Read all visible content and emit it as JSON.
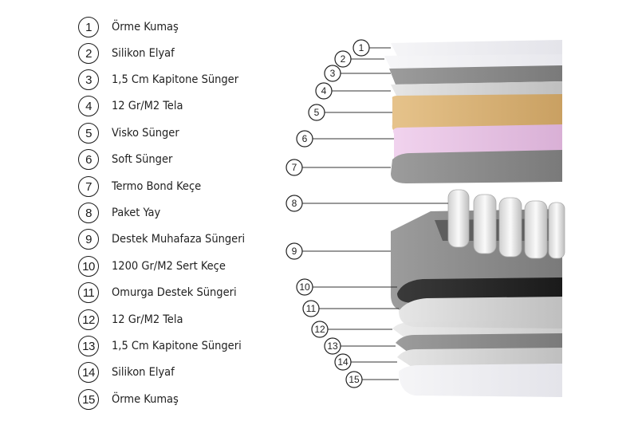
{
  "layers": [
    {
      "number": "1",
      "label": "Örme Kumaş"
    },
    {
      "number": "2",
      "label": "Silikon Elyaf"
    },
    {
      "number": "3",
      "label": "1,5 Cm Kapitone Sünger"
    },
    {
      "number": "4",
      "label": "12 Gr/M2 Tela"
    },
    {
      "number": "5",
      "label": "Visko Sünger"
    },
    {
      "number": "6",
      "label": "Soft Sünger"
    },
    {
      "number": "7",
      "label": "Termo Bond Keçe"
    },
    {
      "number": "8",
      "label": "Paket Yay"
    },
    {
      "number": "9",
      "label": "Destek Muhafaza Süngeri"
    },
    {
      "number": "10",
      "label": "1200 Gr/M2 Sert Keçe"
    },
    {
      "number": "11",
      "label": "Omurga Destek Süngeri"
    },
    {
      "number": "12",
      "label": "12 Gr/M2 Tela"
    },
    {
      "number": "13",
      "label": "1,5 Cm Kapitone Süngeri"
    },
    {
      "number": "14",
      "label": "Silikon Elyaf"
    },
    {
      "number": "15",
      "label": "Örme Kumaş"
    }
  ],
  "colors": {
    "visco": "#d9b57a",
    "soft": "#e9c6e6",
    "felt_dark": "#2a2a2a",
    "grey_mid": "#8a8a8a",
    "grey_light": "#d9d9d9"
  }
}
